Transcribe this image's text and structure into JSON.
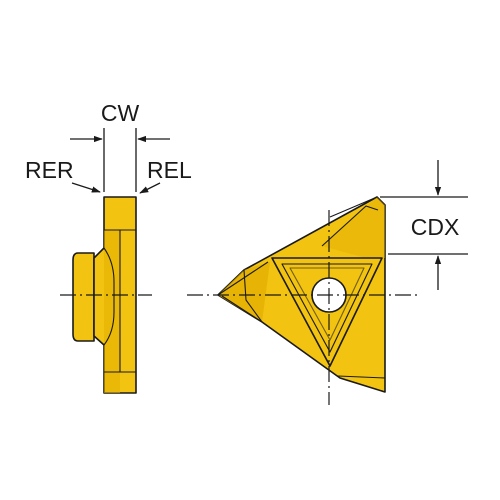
{
  "labels": {
    "cw": "CW",
    "rer": "RER",
    "rel": "REL",
    "cdx": "CDX"
  },
  "colors": {
    "insert_fill": "#F2C311",
    "insert_shade": "#E3AE00",
    "line": "#1a1a1a",
    "background": "#ffffff"
  }
}
